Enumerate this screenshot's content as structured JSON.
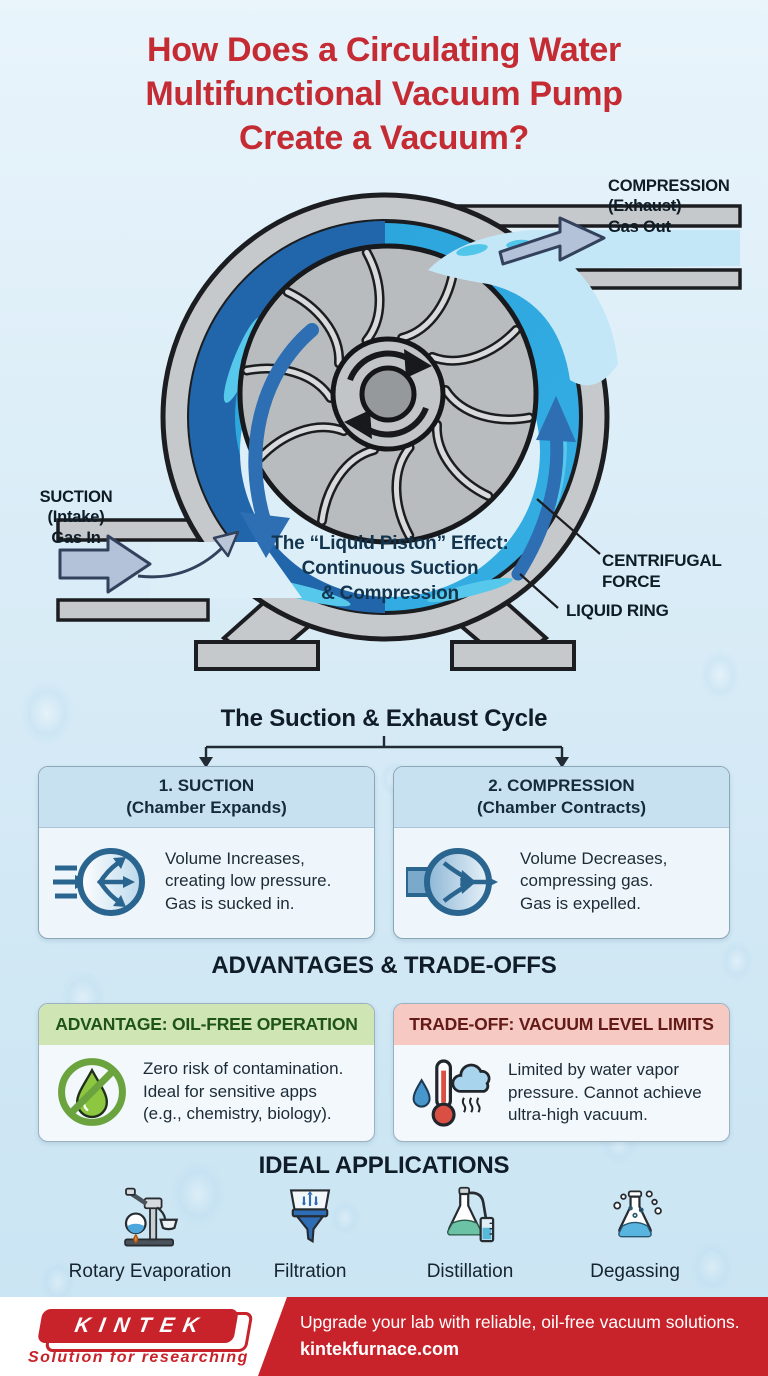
{
  "title": "How Does a Circulating Water\nMultifunctional Vacuum Pump\nCreate a Vacuum?",
  "diagram": {
    "labels": {
      "compression": "COMPRESSION\n(Exhaust)\nGas Out",
      "suction": "SUCTION\n(Intake)\nGas In",
      "liquid_piston": "The “Liquid Piston” Effect:\nContinuous Suction\n& Compression",
      "centrifugal_force": "CENTRIFUGAL\nFORCE",
      "liquid_ring": "LIQUID RING"
    },
    "icons": [
      "impeller-icon",
      "rotation-arrows-icon",
      "gas-in-arrow-icon",
      "gas-out-arrow-icon",
      "liquid-ring-flow-arrows-icon"
    ]
  },
  "cycle": {
    "heading": "The Suction & Exhaust Cycle",
    "cards": [
      {
        "header": "1. SUCTION\n(Chamber Expands)",
        "body": "Volume Increases,\ncreating low pressure.\nGas is sucked in.",
        "icon": "expanding-chamber-icon"
      },
      {
        "header": "2. COMPRESSION\n(Chamber Contracts)",
        "body": "Volume Decreases,\ncompressing gas.\nGas is expelled.",
        "icon": "contracting-chamber-icon"
      }
    ]
  },
  "advantages": {
    "heading": "ADVANTAGES & TRADE-OFFS",
    "cards": [
      {
        "header": "ADVANTAGE: OIL-FREE OPERATION",
        "body": "Zero risk of contamination.\nIdeal for sensitive apps\n(e.g., chemistry, biology).",
        "icon": "no-oil-droplet-icon",
        "header_bg": "#cfe5b4",
        "header_color": "#1f5418"
      },
      {
        "header": "TRADE-OFF: VACUUM LEVEL LIMITS",
        "body": "Limited by water vapor\npressure. Cannot achieve\nultra-high vacuum.",
        "icon": "water-vapor-thermometer-icon",
        "header_bg": "#f6c9c3",
        "header_color": "#641a17"
      }
    ]
  },
  "applications": {
    "heading": "IDEAL APPLICATIONS",
    "items": [
      {
        "label": "Rotary Evaporation",
        "icon": "rotary-evaporator-icon"
      },
      {
        "label": "Filtration",
        "icon": "filtration-funnel-icon"
      },
      {
        "label": "Distillation",
        "icon": "distillation-flask-icon"
      },
      {
        "label": "Degassing",
        "icon": "degassing-flask-icon"
      }
    ]
  },
  "footer": {
    "logo": "KINTEK",
    "tagline": "Solution for researching",
    "message": "Upgrade your lab with reliable, oil-free vacuum solutions.",
    "website": "kintekfurnace.com"
  },
  "colors": {
    "title_red": "#c42b33",
    "brand_red": "#c8232b",
    "background_blue": "#ddeef8",
    "liquid_blue": "#2aa3dc",
    "dark_liquid_blue": "#2166ab",
    "pale_gas_blue": "#dceff9",
    "casing_gray": "#c6c9cb",
    "cycle_header_blue": "#c7e1f1",
    "advantage_green_bg": "#cfe5b4",
    "tradeoff_pink_bg": "#f6c9c3"
  }
}
